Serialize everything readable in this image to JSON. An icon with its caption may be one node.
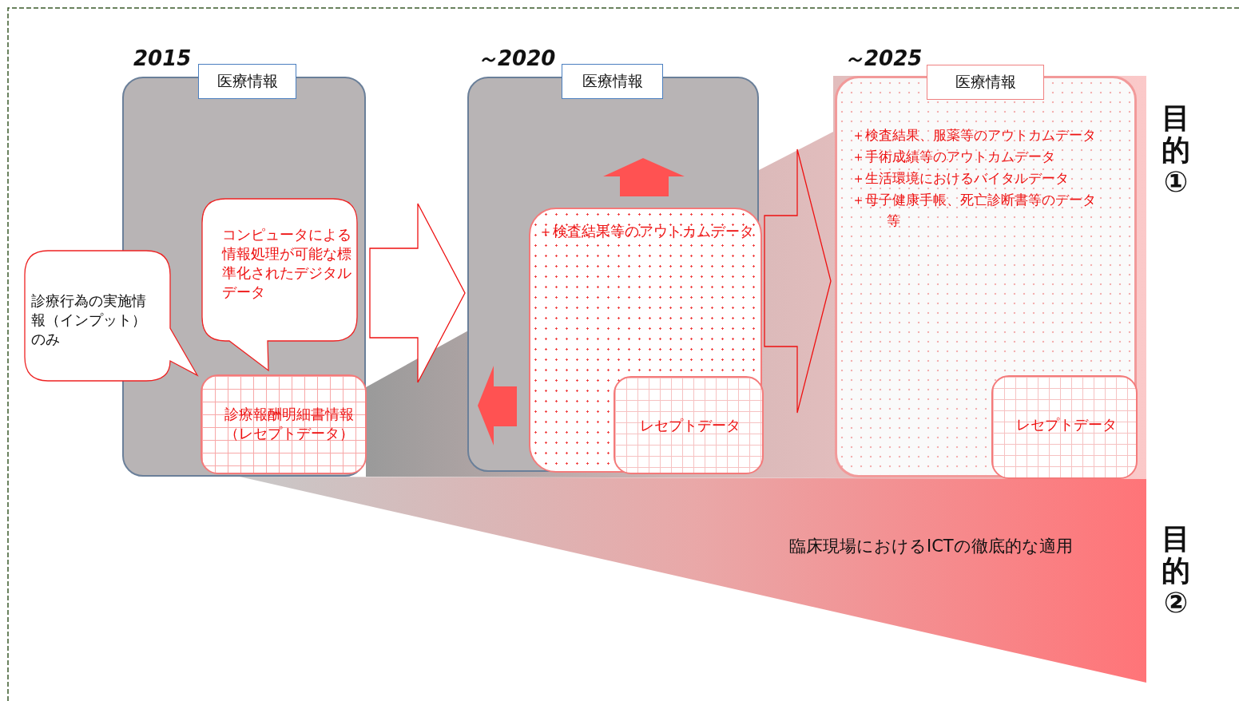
{
  "diagram": {
    "nodes": [
      {
        "text": [
          "医療情報"
        ],
        "beside": [
          "2015"
        ]
      },
      {
        "text": [
          "診療行為の実施情報（インプット）のみ"
        ]
      },
      {
        "text": [
          "コンピュータによる情報処理が可能な標準化されたデジタルデータ"
        ],
        "in": 0
      },
      {
        "text": [
          "診療報酬明細書情報（レセプトデータ）"
        ],
        "in": 0
      },
      {
        "text": [
          "医療情報"
        ],
        "beside": [
          "～2020"
        ]
      },
      {
        "text": [
          "＋検査結果等のアウトカムデータ"
        ],
        "in": 4
      },
      {
        "text": [
          "レセプトデータ"
        ],
        "in": 5
      },
      {
        "text": [
          "医療情報",
          "＋検査結果、服薬等のアウトカムデータ",
          "＋手術成績等のアウトカムデータ",
          "＋生活環境におけるバイタルデータ",
          "＋母子健康手帳、死亡診断書等のデータ等"
        ],
        "beside": [
          "～2025"
        ]
      },
      {
        "text": [
          "レセプトデータ"
        ],
        "in": 7
      }
    ],
    "edges": [
      {
        "from": 0,
        "to": 4,
        "arrow": "to"
      },
      {
        "from": 4,
        "to": 7,
        "arrow": "to"
      }
    ],
    "labels": [
      "目的①",
      "臨床現場におけるICTの徹底的な適用",
      "目的②"
    ]
  }
}
